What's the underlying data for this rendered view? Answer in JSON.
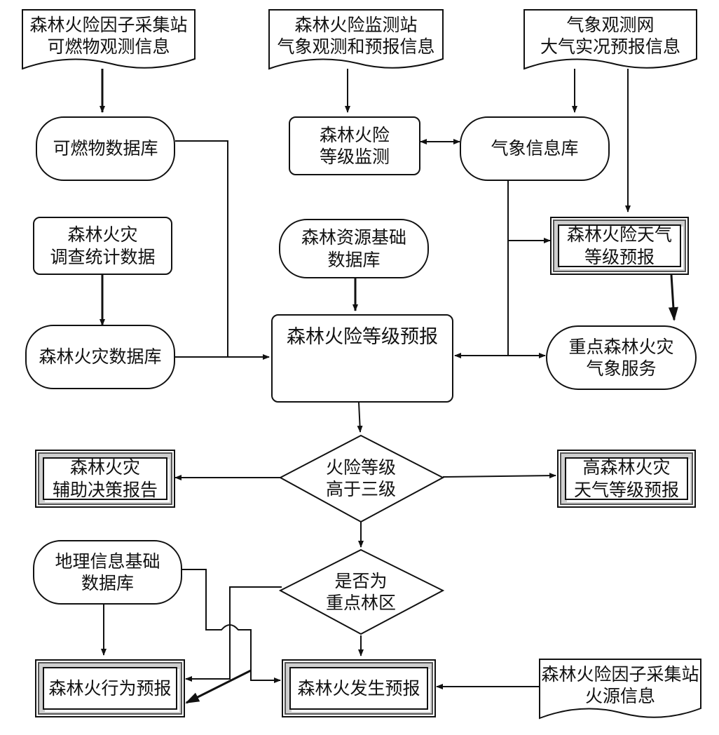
{
  "nodes": {
    "fuel_station": {
      "lines": [
        "森林火险因子采集站",
        "可燃物观测信息"
      ]
    },
    "monitor_station": {
      "lines": [
        "森林火险监测站",
        "气象观测和预报信息"
      ]
    },
    "weather_network": {
      "lines": [
        "气象观测网",
        "大气实况预报信息"
      ]
    },
    "fuel_db": {
      "lines": [
        "可燃物数据库"
      ]
    },
    "risk_monitor": {
      "lines": [
        "森林火险",
        "等级监测"
      ]
    },
    "weather_db": {
      "lines": [
        "气象信息库"
      ]
    },
    "fire_survey": {
      "lines": [
        "森林火灾",
        "调查统计数据"
      ]
    },
    "resource_db": {
      "lines": [
        "森林资源基础",
        "数据库"
      ]
    },
    "weather_forecast": {
      "lines": [
        "森林火险天气",
        "等级预报"
      ]
    },
    "fire_db": {
      "lines": [
        "森林火灾数据库"
      ]
    },
    "risk_forecast": {
      "lines": [
        "森林火险等级预报"
      ]
    },
    "key_service": {
      "lines": [
        "重点森林火灾",
        "气象服务"
      ]
    },
    "decision_report": {
      "lines": [
        "森林火灾",
        "辅助决策报告"
      ]
    },
    "level_decision": {
      "lines": [
        "火险等级",
        "高于三级"
      ]
    },
    "high_forecast": {
      "lines": [
        "高森林火灾",
        "天气等级预报"
      ]
    },
    "geo_db": {
      "lines": [
        "地理信息基础",
        "数据库"
      ]
    },
    "key_area": {
      "lines": [
        "是否为",
        "重点林区"
      ]
    },
    "behavior_forecast": {
      "lines": [
        "森林火行为预报"
      ]
    },
    "occurrence_forecast": {
      "lines": [
        "森林火发生预报"
      ]
    },
    "ignition_station": {
      "lines": [
        "森林火险因子采集站",
        "火源信息"
      ]
    }
  },
  "colors": {
    "stroke": "#111111",
    "bevel": "#cfcfcf",
    "background": "#ffffff"
  }
}
